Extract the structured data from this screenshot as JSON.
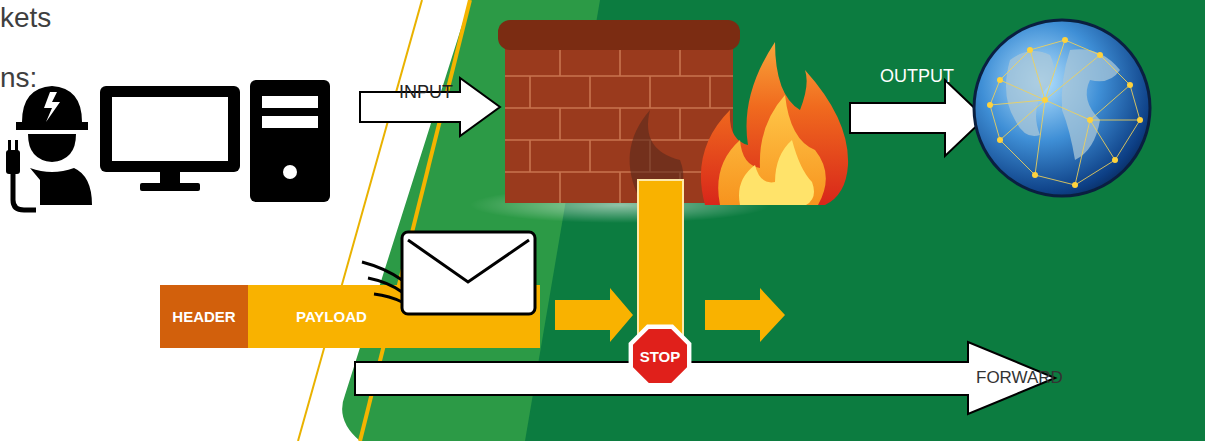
{
  "diagram": {
    "nodes": [
      {
        "text": [
          "HEADER"
        ]
      },
      {
        "text": [
          "PAYLOAD"
        ]
      },
      {
        "text": [
          "STOP"
        ]
      }
    ],
    "labels": [
      "kets",
      "ns:",
      "INPUT",
      "OUTPUT",
      "FORWARD"
    ]
  }
}
